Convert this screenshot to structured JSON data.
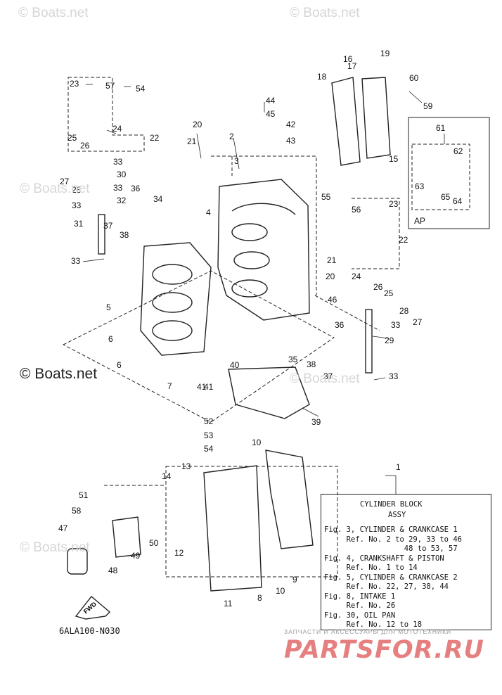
{
  "watermarks": {
    "top_left": "© Boats.net",
    "top_right": "© Boats.net",
    "mid_left": "© Boats.net",
    "mid_right": "© Boats.net",
    "lower_left": "© Boats.net",
    "main": "© Boats.net"
  },
  "part_numbers": [
    "1",
    "2",
    "3",
    "4",
    "5",
    "6",
    "6",
    "7",
    "8",
    "9",
    "10",
    "10",
    "11",
    "12",
    "13",
    "14",
    "15",
    "16",
    "17",
    "18",
    "19",
    "20",
    "20",
    "21",
    "21",
    "22",
    "22",
    "23",
    "23",
    "24",
    "24",
    "25",
    "25",
    "26",
    "26",
    "27",
    "27",
    "28",
    "28",
    "29",
    "30",
    "31",
    "32",
    "33",
    "33",
    "33",
    "33",
    "33",
    "33",
    "34",
    "35",
    "36",
    "36",
    "37",
    "37",
    "38",
    "38",
    "39",
    "40",
    "41",
    "41",
    "42",
    "43",
    "44",
    "45",
    "46",
    "47",
    "48",
    "49",
    "50",
    "51",
    "52",
    "53",
    "54",
    "54",
    "55",
    "56",
    "57",
    "58",
    "59",
    "60",
    "61",
    "62",
    "63",
    "64",
    "65"
  ],
  "inset_label": "AP",
  "fwd_label": "FWD",
  "legend": {
    "title": "CYLINDER BLOCK",
    "subtitle": "ASSY",
    "lines": [
      "Fig. 3, CYLINDER & CRANKCASE 1",
      "     Ref. No. 2 to 29, 33 to 46",
      "                  48 to 53, 57",
      "Fig. 4, CRANKSHAFT & PISTON",
      "     Ref. No. 1 to 14",
      "Fig. 5, CYLINDER & CRANKCASE 2",
      "     Ref. No. 22, 27, 38, 44",
      "Fig. 8, INTAKE 1",
      "     Ref. No. 26",
      "Fig. 30, OIL PAN",
      "     Ref. No. 12 to 18"
    ]
  },
  "diagram_code": "6ALA100-N030",
  "brand": {
    "subtitle": "ЗАПЧАСТИ И АКСЕССУАРЫ ДЛЯ МОТОТЕХНИКИ",
    "name": "PARTSFOR.RU"
  }
}
